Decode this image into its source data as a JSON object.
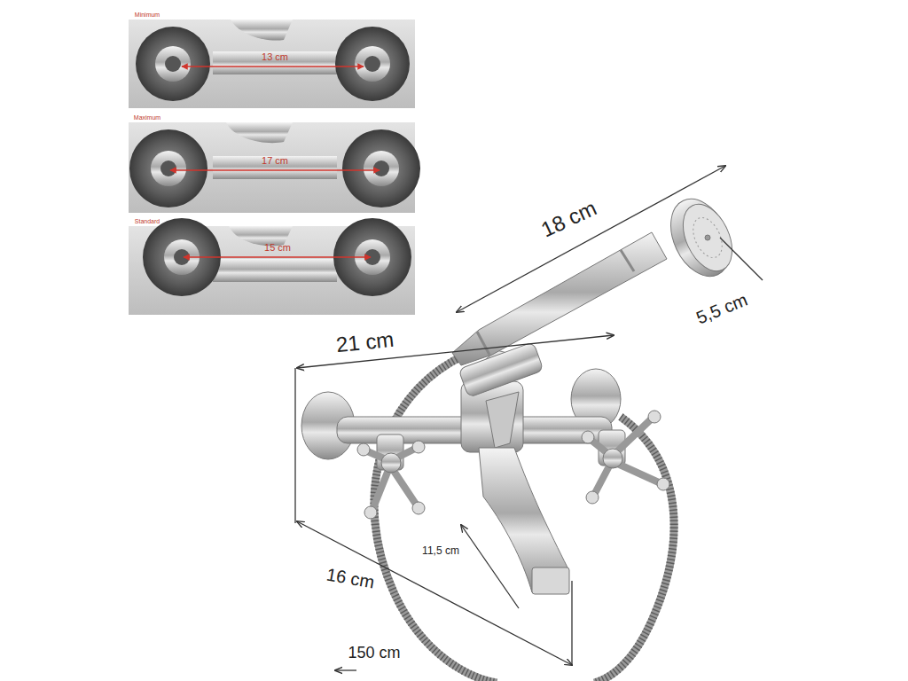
{
  "diagram": {
    "labels": [
      "Minimum",
      "13 cm",
      "Maximum",
      "17 cm",
      "Standard",
      "15 cm",
      "18 cm",
      "5,5 cm",
      "21 cm",
      "11,5 cm",
      "16 cm",
      "150 cm"
    ]
  }
}
